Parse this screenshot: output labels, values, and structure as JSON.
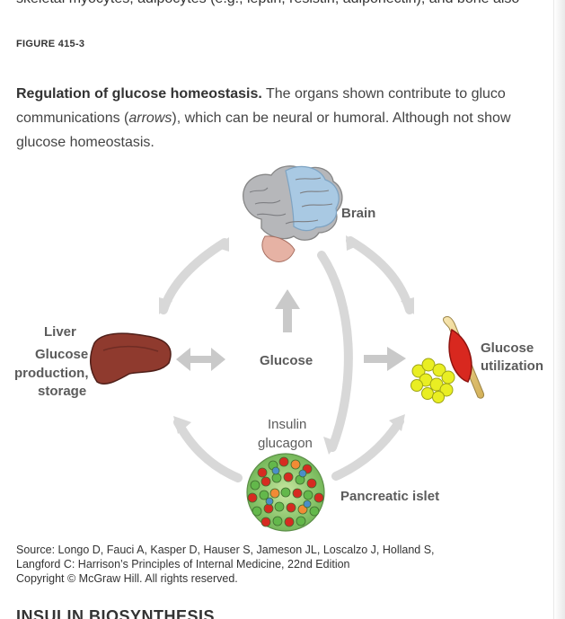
{
  "clipped_top_text": "skeletal myocytes, adipocytes (e.g., leptin, resistin, adiponectin), and bone also",
  "figure_label": "FIGURE 415-3",
  "caption": {
    "title": "Regulation of glucose homeostasis.",
    "line1_text": "The organs shown contribute to gluco",
    "line2_before": "communications (",
    "line2_italic": "arrows",
    "line2_after": "), which can be neural or humoral. Although not show",
    "line3": "glucose homeostasis."
  },
  "diagram": {
    "brain_label": "Brain",
    "liver_title": "Liver",
    "liver_line1": "Glucose",
    "liver_line2": "production,",
    "liver_line3": "storage",
    "glucose_center": "Glucose",
    "utilization_line1": "Glucose",
    "utilization_line2": "utilization",
    "insulin_line1": "Insulin",
    "insulin_line2": "glucagon",
    "islet_label": "Pancreatic islet"
  },
  "source": {
    "line1": "Source: Longo D, Fauci A, Kasper D, Hauser S, Jameson JL, Loscalzo J, Holland S,",
    "line2": "Langford C: Harrison’s Principles of Internal Medicine, 22nd Edition",
    "line3": "Copyright © McGraw Hill. All rights reserved."
  },
  "bottom_heading": "INSULIN BIOSYNTHESIS"
}
